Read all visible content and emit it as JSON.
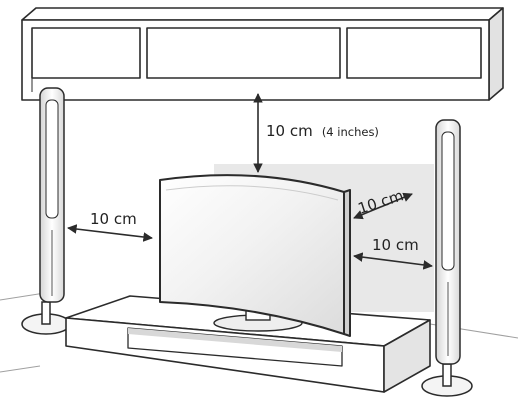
{
  "labels": {
    "top_gap_value": "10 cm",
    "top_gap_note": "(4 inches)",
    "left_gap": "10 cm",
    "back_gap": "10 cm",
    "right_gap": "10 cm"
  },
  "colors": {
    "stroke": "#2b2b2b",
    "wall_shadow": "#e6e6e6",
    "floor_line": "#9a9a9a"
  }
}
